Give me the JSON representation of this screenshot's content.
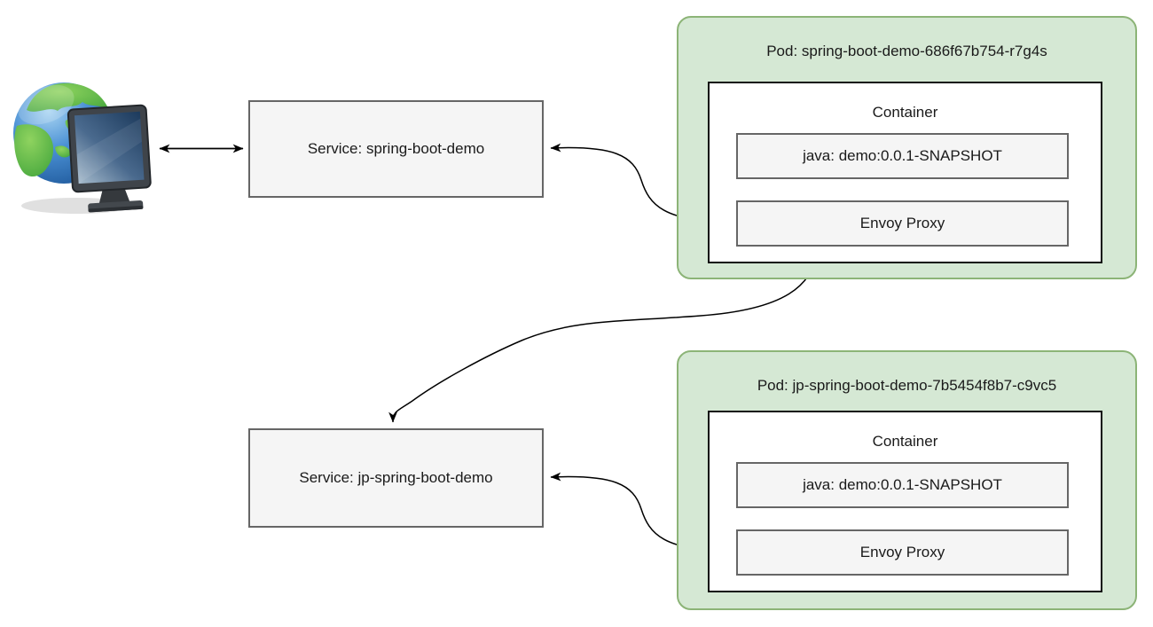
{
  "diagram": {
    "title": "",
    "client": {
      "icon": "globe-monitor-icon",
      "role": "internet-client"
    },
    "services": [
      {
        "id": "service-spring-boot-demo",
        "label": "Service: spring-boot-demo"
      },
      {
        "id": "service-jp-spring-boot-demo",
        "label": "Service: jp-spring-boot-demo"
      }
    ],
    "pods": [
      {
        "title": "Pod: spring-boot-demo-686f67b754-r7g4s",
        "container": {
          "label": "Container",
          "children": [
            {
              "id": "pod1-java-app",
              "label": "java: demo:0.0.1-SNAPSHOT"
            },
            {
              "id": "pod1-envoy-proxy",
              "label": "Envoy Proxy"
            }
          ]
        }
      },
      {
        "title": "Pod: jp-spring-boot-demo-7b5454f8b7-c9vc5",
        "container": {
          "label": "Container",
          "children": [
            {
              "id": "pod2-java-app",
              "label": "java: demo:0.0.1-SNAPSHOT"
            },
            {
              "id": "pod2-envoy-proxy",
              "label": "Envoy Proxy"
            }
          ]
        }
      }
    ],
    "connections": [
      {
        "from": "internet-client",
        "to": "service-spring-boot-demo",
        "bidirectional": true,
        "style": "straight"
      },
      {
        "from": "service-spring-boot-demo",
        "to": "pod1-envoy-proxy",
        "bidirectional": true,
        "style": "curved"
      },
      {
        "from": "pod1-envoy-proxy",
        "to": "service-jp-spring-boot-demo",
        "bidirectional": true,
        "style": "curved"
      },
      {
        "from": "service-jp-spring-boot-demo",
        "to": "pod2-envoy-proxy",
        "bidirectional": true,
        "style": "curved"
      }
    ],
    "colors": {
      "pod_fill": "#d5e8d4",
      "pod_border": "#8cb477",
      "node_fill": "#f5f5f5",
      "node_border": "#666666",
      "container_fill": "#ffffff",
      "container_border": "#0d0d0d",
      "arrow": "#000000"
    }
  }
}
